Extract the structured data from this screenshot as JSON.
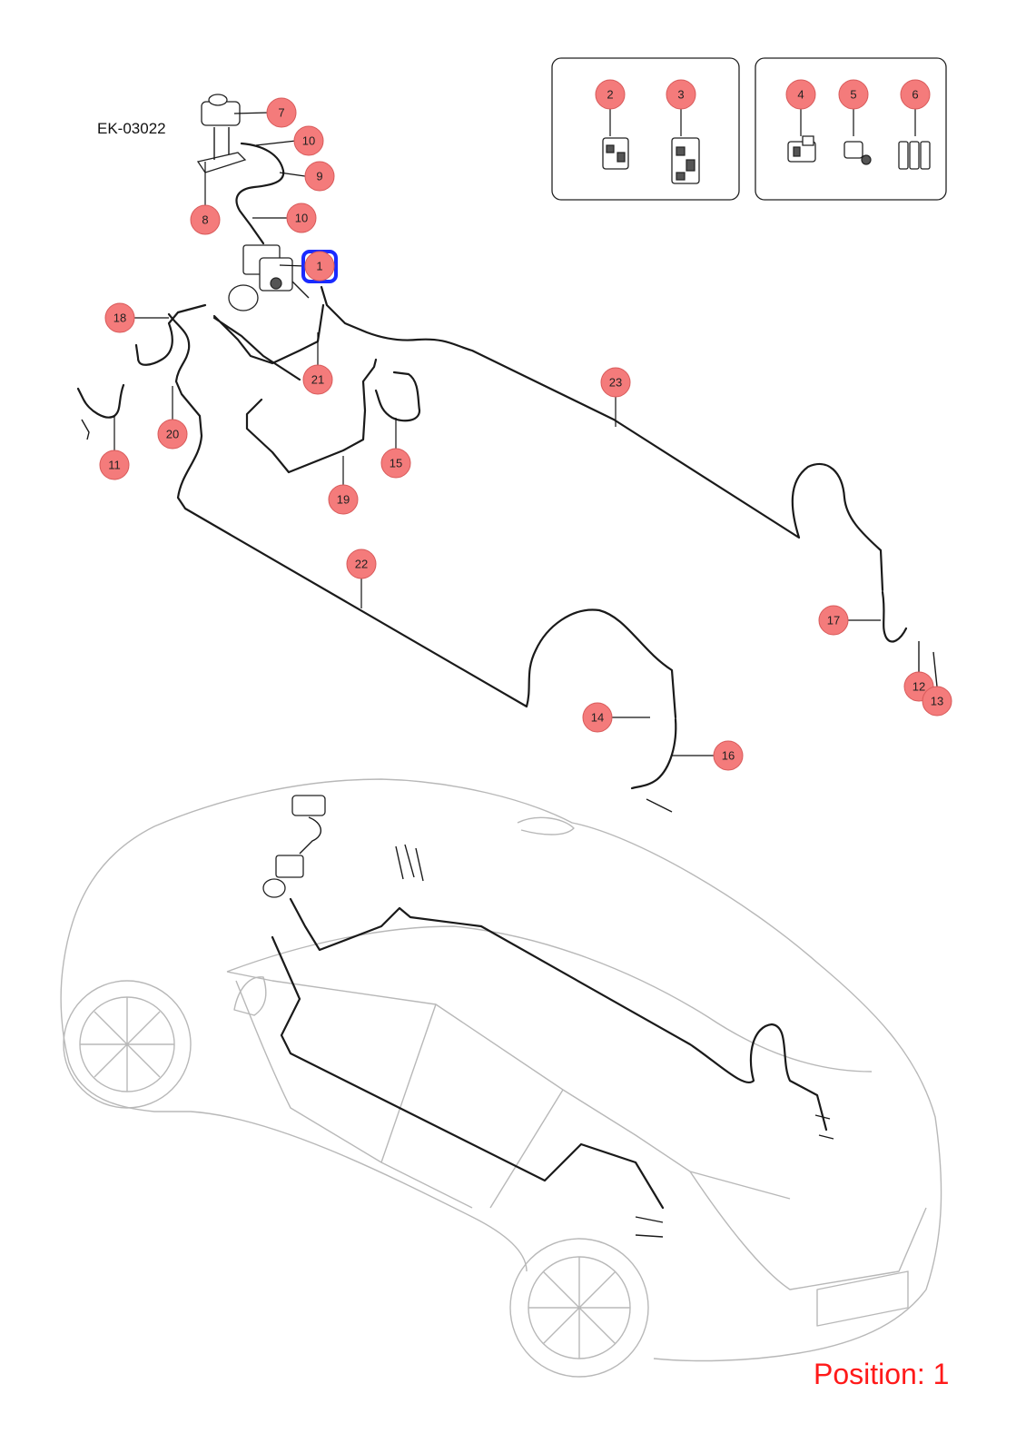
{
  "drawing_code": "EK-03022",
  "position_text": "Position: 1",
  "selected_callout": "1",
  "colors": {
    "callout_fill": "#f47b7b",
    "highlight": "#1a2bff",
    "position_text": "#ff1a1a",
    "pipe": "#1a1a1a",
    "car_outline": "#b8b8b8"
  },
  "callouts": {
    "c1": "1",
    "c2": "2",
    "c3": "3",
    "c4": "4",
    "c5": "5",
    "c6": "6",
    "c7": "7",
    "c8": "8",
    "c9": "9",
    "c10a": "10",
    "c10b": "10",
    "c11": "11",
    "c12": "12",
    "c13": "13",
    "c14": "14",
    "c15": "15",
    "c16": "16",
    "c17": "17",
    "c18": "18",
    "c19": "19",
    "c20": "20",
    "c21": "21",
    "c22": "22",
    "c23": "23"
  }
}
